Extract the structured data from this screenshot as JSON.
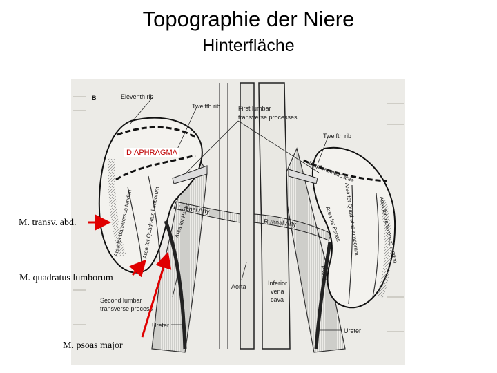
{
  "title": "Topographie der Niere",
  "subtitle": "Hinterfläche",
  "overlay_labels": {
    "transversus": "M. transv. abd.",
    "quadratus": "M. quadratus lumborum",
    "psoas": "M. psoas major",
    "diaphragm": "DIAPHRAGMA"
  },
  "figure_labels": {
    "panel": "B",
    "eleventh_rib": "Eleventh rib",
    "twelfth_rib_left": "Twelfth rib",
    "twelfth_rib_right": "Twelfth rib",
    "first_lumbar_1": "First lumbar",
    "first_lumbar_2": "transverse processes",
    "second_lumbar_1": "Second lumbar",
    "second_lumbar_2": "transverse process",
    "ureter_left": "Ureter",
    "ureter_right": "Ureter",
    "aorta": "Aorta",
    "ivc_1": "Inferior",
    "ivc_2": "vena",
    "ivc_3": "cava",
    "l_renal_arty": "L.renal Arty",
    "r_renal_arty": "R.renal Arty",
    "diaphragmatic_area": "Diaphragmatic area",
    "area_psoas_left": "Area for Psoas",
    "area_psoas_right": "Area for Psoas",
    "area_quadratus_left": "Area for Quadratus lumborum",
    "area_quadratus_right": "Area for Quadratus lumborum",
    "area_transversus_left": "Area for transversus tendon",
    "area_transversus_right": "Area for transversus tendon",
    "psoas": "Psoas"
  },
  "colors": {
    "arrow": "#e00000",
    "diaphragm_text": "#c00000",
    "scan_bg": "#ecebe7"
  }
}
